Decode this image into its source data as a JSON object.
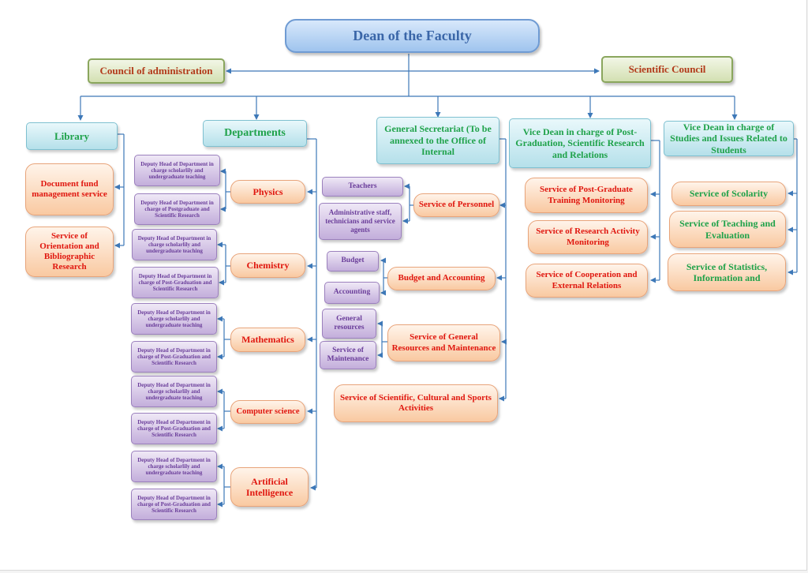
{
  "dean": "Dean of the Faculty",
  "council_admin": "Council of administration",
  "scientific_council": "Scientific Council",
  "library": "Library",
  "library_services": {
    "doc_fund": "Document fund management service",
    "orientation": "Service of Orientation and Bibliographic Research"
  },
  "departments": {
    "title": "Departments",
    "deputy_undergrad_1": "Deputy Head of Department in charge scholarlily and undergraduate teaching",
    "deputy_postgrad_1": "Deputy Head of Department in charge of Postgraduate and Scientific Research",
    "deputy_undergrad": "Deputy Head of Department in charge scholarlily and undergraduate teaching",
    "deputy_postgrad": "Deputy Head of Department in charge of Post-Graduation and Scientific Research",
    "physics": "Physics",
    "chemistry": "Chemistry",
    "mathematics": "Mathematics",
    "computer_science": "Computer science",
    "ai": "Artificial Intelligence"
  },
  "general_secretariat": {
    "title": "General Secretariat (To be annexed to the Office of Internal",
    "teachers": "Teachers",
    "admin_staff": "Administrative staff, technicians and service agents",
    "personnel": "Service of  Personnel",
    "budget": "Budget",
    "accounting": "Accounting",
    "budget_accounting": "Budget and Accounting",
    "general_resources": "General resources",
    "maintenance": "Service of Maintenance",
    "gen_res_maint": "Service of General Resources and Maintenance",
    "scientific_cultural": "Service  of  Scientific, Cultural and Sports Activities"
  },
  "vice_dean_post": {
    "title": "Vice Dean in charge of Post-Graduation, Scientific Research and Relations",
    "training": "Service of Post-Graduate Training Monitoring",
    "research": "Service of Research Activity Monitoring",
    "cooperation": "Service of Cooperation and External Relations"
  },
  "vice_dean_studies": {
    "title": "Vice Dean in charge of Studies and Issues Related to Students",
    "scolarity": "Service of Scolarity",
    "teaching": "Service of Teaching and Evaluation",
    "statistics": "Service of Statistics, Information and"
  },
  "colors": {
    "connector": "#3d78b8",
    "dean_text": "#3a66a8",
    "red_text": "#e0170f",
    "green_text": "#1fa24a",
    "purple_text": "#6a3d9a"
  }
}
